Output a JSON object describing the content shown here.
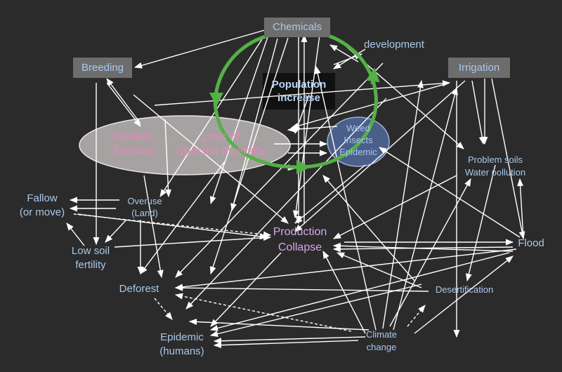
{
  "nodes": {
    "chemicals": "Chemicals",
    "development": "development",
    "breeding": "Breeding",
    "irrigation": "Irrigation",
    "population_line1": "Population",
    "population_line2": "increase",
    "genetic_line1": "Genetic",
    "genetic_line2": "Erosion",
    "species_line1": "Loss of",
    "species_line2": "Species diversity",
    "weed_line1": "Weed",
    "weed_line2": "Insects",
    "weed_line3": "Epidemic",
    "problem_line1": "Problem soils",
    "problem_line2": "Water pollution",
    "fallow_line1": "Fallow",
    "fallow_line2": "(or move)",
    "overuse_line1": "Overuse",
    "overuse_line2": "(Land)",
    "production_line1": "Production",
    "production_line2": "Collapse",
    "flood": "Flood",
    "lowsoil_line1": "Low soil",
    "lowsoil_line2": "fertility",
    "deforest": "Deforest",
    "desertification": "Desertification",
    "epidemic_line1": "Epidemic",
    "epidemic_line2": "(humans)",
    "climate_line1": "Climate",
    "climate_line2": "change"
  },
  "colors": {
    "background": "#2b2b2b",
    "arrow": "#ffffff",
    "cycle": "#55b047",
    "box": "#6d6d6d",
    "label_blue": "#a9c8ea",
    "label_pink": "#e58ab8",
    "label_purple": "#d7a6ec"
  }
}
